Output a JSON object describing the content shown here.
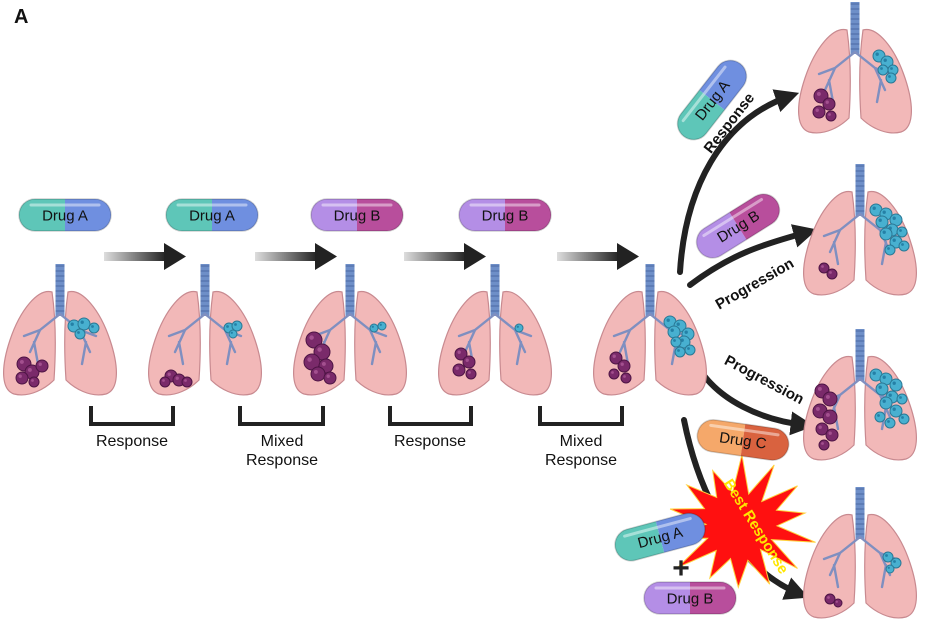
{
  "panel_label": "A",
  "pill_colors": {
    "drug_a_left": "#5ec6b8",
    "drug_a_right": "#6f8fe0",
    "drug_b_left": "#b48ee6",
    "drug_b_right": "#b84e9c",
    "drug_c_left": "#f5a86a",
    "drug_c_right": "#d9623f"
  },
  "tissue_colors": {
    "lung": "#f2b8b8",
    "trachea": "#6e8fc8",
    "tumor_purple": "#7a2a6a",
    "tumor_blue": "#48b0d0"
  },
  "sequence": {
    "pills": [
      "Drug A",
      "Drug A",
      "Drug B",
      "Drug B"
    ],
    "brackets": [
      {
        "line1": "Response",
        "line2": ""
      },
      {
        "line1": "Mixed",
        "line2": "Response"
      },
      {
        "line1": "Response",
        "line2": ""
      },
      {
        "line1": "Mixed",
        "line2": "Response"
      }
    ]
  },
  "branches": {
    "response": {
      "pill": "Drug A",
      "label": "Response"
    },
    "progression_b": {
      "pill": "Drug B",
      "label": "Progression"
    },
    "progression_c": {
      "pill": "Drug C",
      "label": "Progression"
    },
    "best": {
      "pill_1": "Drug A",
      "plus": "+",
      "pill_2": "Drug B",
      "label": "Best Response"
    }
  }
}
